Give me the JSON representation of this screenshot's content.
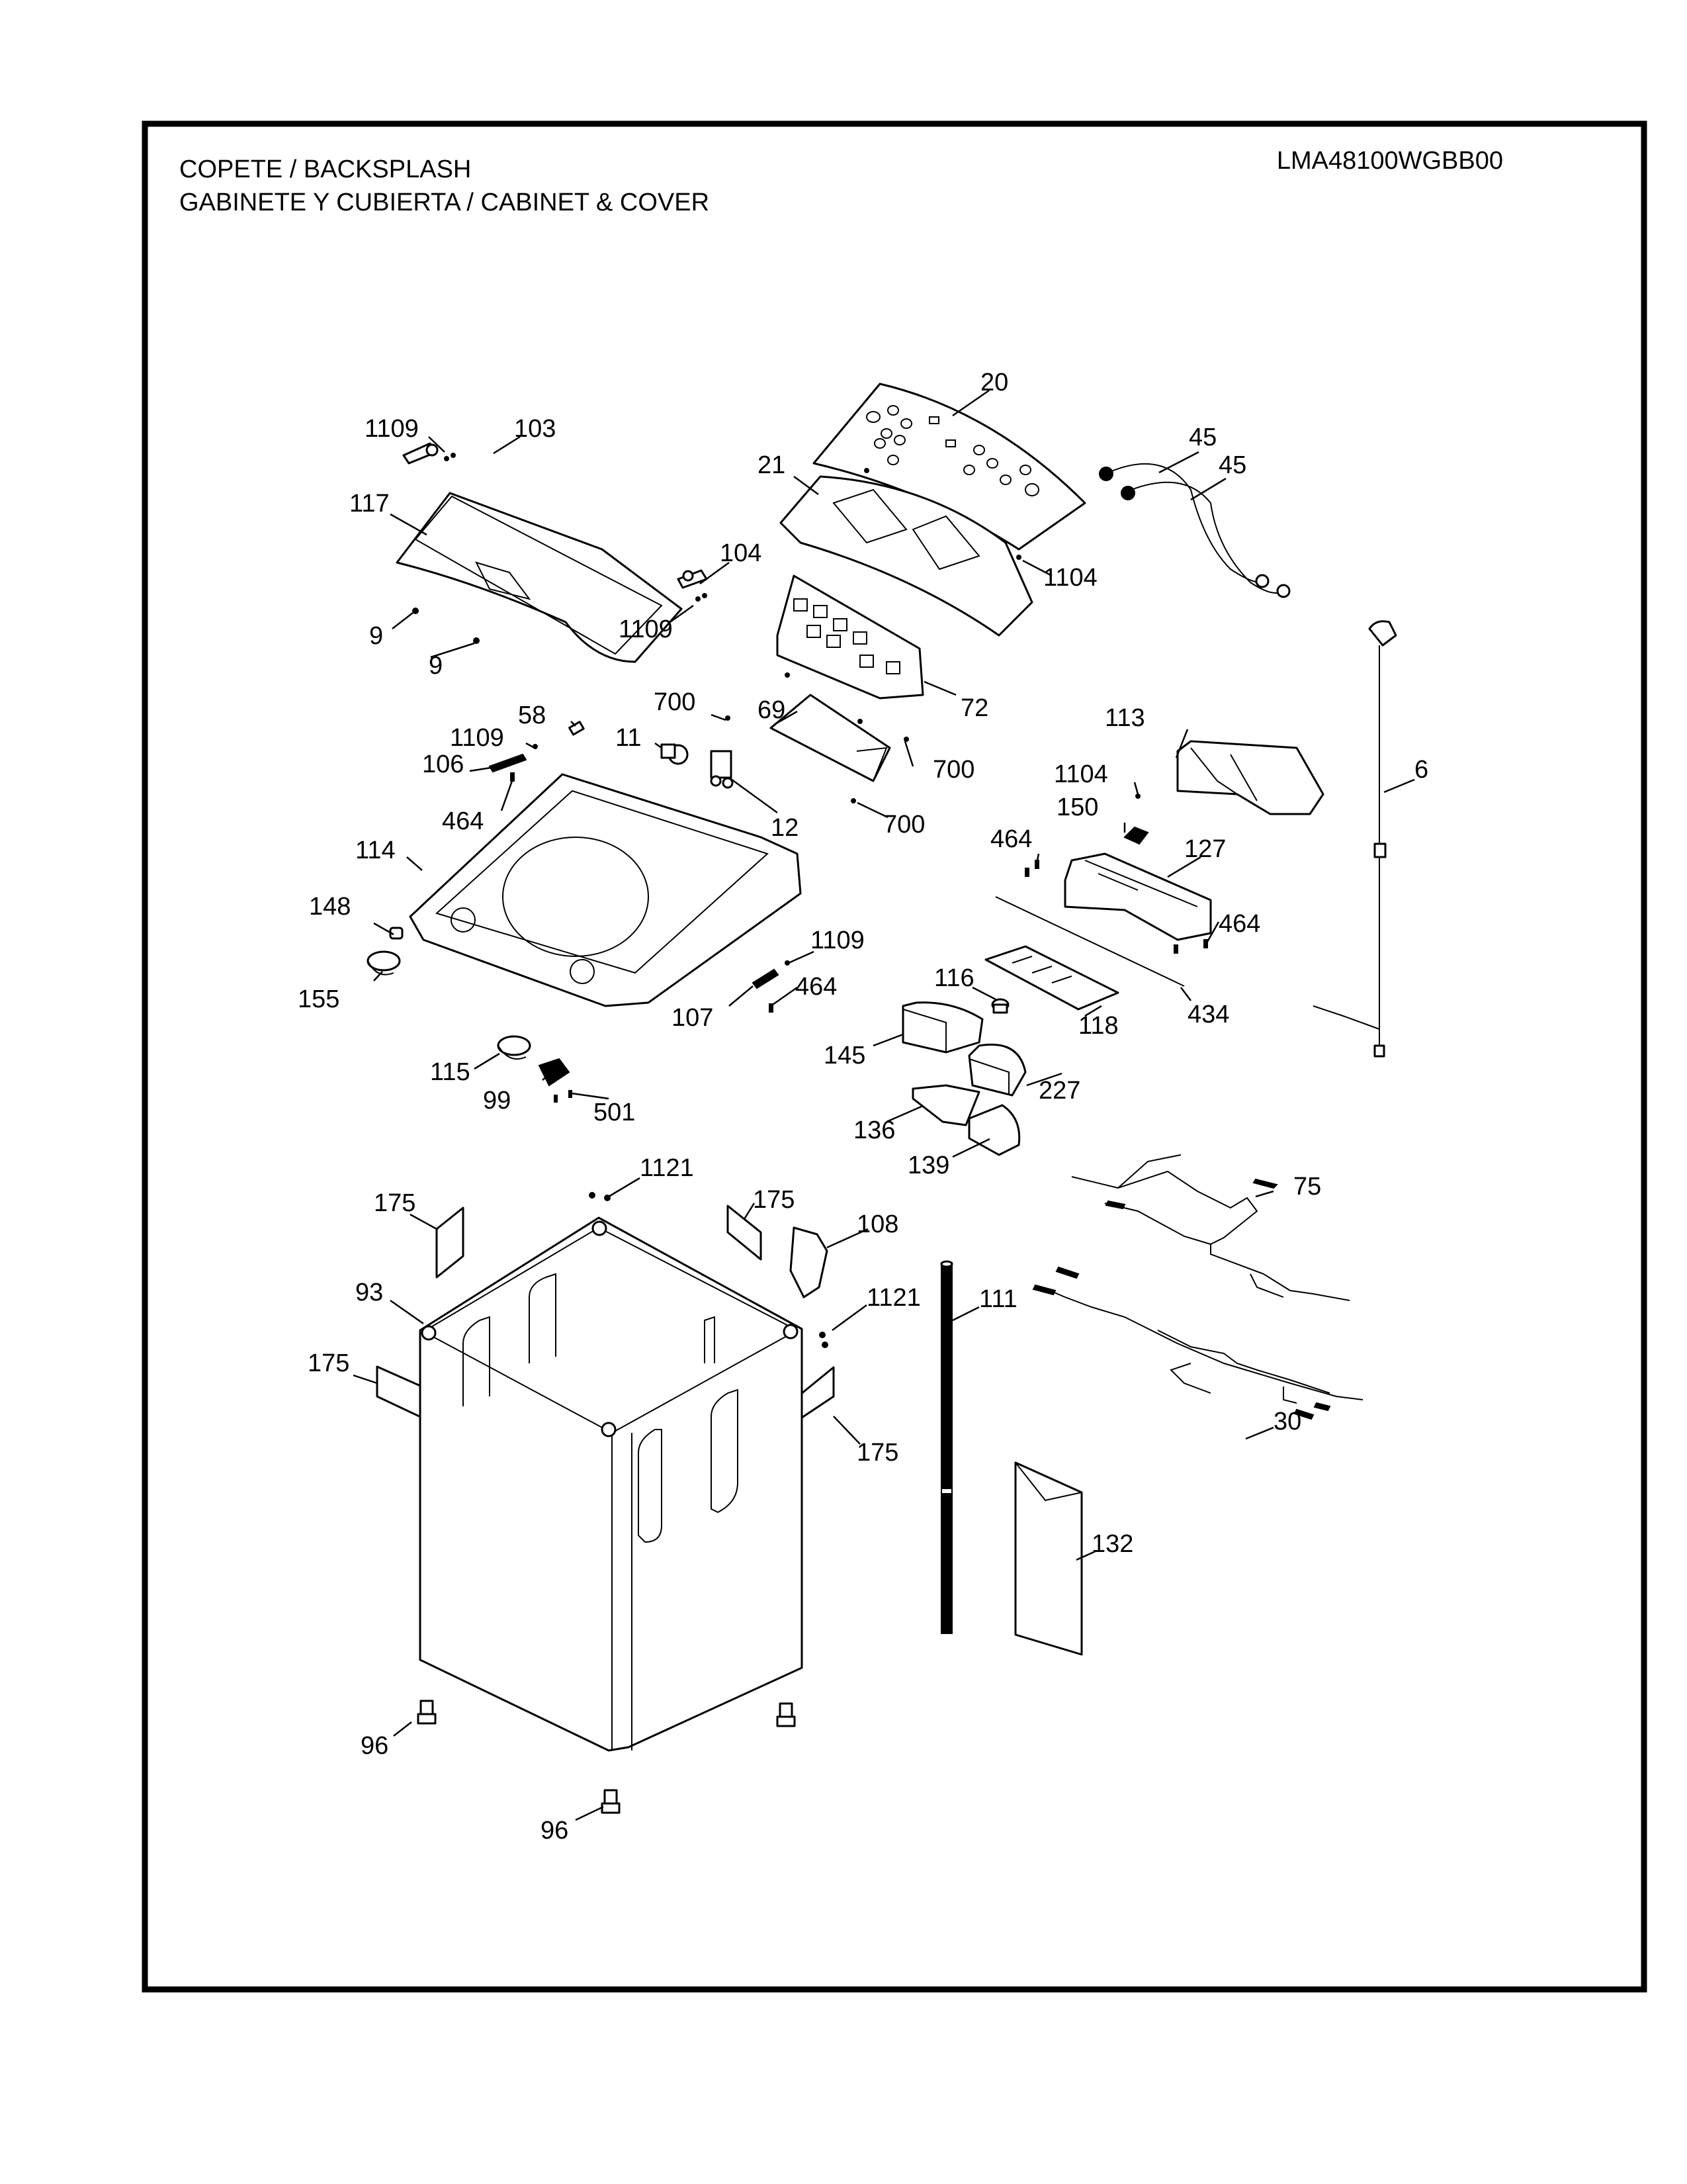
{
  "header": {
    "title_line1": "COPETE / BACKSPLASH",
    "title_line2": "GABINETE Y CUBIERTA / CABINET & COVER",
    "model_number": "LMA48100WGBB00"
  },
  "callouts": [
    {
      "id": "c20",
      "label": "20"
    },
    {
      "id": "c1109a",
      "label": "1109"
    },
    {
      "id": "c103",
      "label": "103"
    },
    {
      "id": "c45a",
      "label": "45"
    },
    {
      "id": "c45b",
      "label": "45"
    },
    {
      "id": "c21",
      "label": "21"
    },
    {
      "id": "c117",
      "label": "117"
    },
    {
      "id": "c104",
      "label": "104"
    },
    {
      "id": "c1104a",
      "label": "1104"
    },
    {
      "id": "c9a",
      "label": "9"
    },
    {
      "id": "c1109b",
      "label": "1109"
    },
    {
      "id": "c9b",
      "label": "9"
    },
    {
      "id": "c72",
      "label": "72"
    },
    {
      "id": "c69",
      "label": "69"
    },
    {
      "id": "c700a",
      "label": "700"
    },
    {
      "id": "c58",
      "label": "58"
    },
    {
      "id": "c113",
      "label": "113"
    },
    {
      "id": "c1109c",
      "label": "1109"
    },
    {
      "id": "c11",
      "label": "11"
    },
    {
      "id": "c700b",
      "label": "700"
    },
    {
      "id": "c6",
      "label": "6"
    },
    {
      "id": "c106",
      "label": "106"
    },
    {
      "id": "c1104b",
      "label": "1104"
    },
    {
      "id": "c150",
      "label": "150"
    },
    {
      "id": "c464a",
      "label": "464"
    },
    {
      "id": "c12",
      "label": "12"
    },
    {
      "id": "c700c",
      "label": "700"
    },
    {
      "id": "c464b",
      "label": "464"
    },
    {
      "id": "c127",
      "label": "127"
    },
    {
      "id": "c114",
      "label": "114"
    },
    {
      "id": "c148",
      "label": "148"
    },
    {
      "id": "c464c",
      "label": "464"
    },
    {
      "id": "c1109d",
      "label": "1109"
    },
    {
      "id": "c155",
      "label": "155"
    },
    {
      "id": "c116",
      "label": "116"
    },
    {
      "id": "c464d",
      "label": "464"
    },
    {
      "id": "c107",
      "label": "107"
    },
    {
      "id": "c434",
      "label": "434"
    },
    {
      "id": "c118",
      "label": "118"
    },
    {
      "id": "c115",
      "label": "115"
    },
    {
      "id": "c145",
      "label": "145"
    },
    {
      "id": "c99",
      "label": "99"
    },
    {
      "id": "c227",
      "label": "227"
    },
    {
      "id": "c501",
      "label": "501"
    },
    {
      "id": "c136",
      "label": "136"
    },
    {
      "id": "c139",
      "label": "139"
    },
    {
      "id": "c1121a",
      "label": "1121"
    },
    {
      "id": "c75",
      "label": "75"
    },
    {
      "id": "c175a",
      "label": "175"
    },
    {
      "id": "c175b",
      "label": "175"
    },
    {
      "id": "c108",
      "label": "108"
    },
    {
      "id": "c93",
      "label": "93"
    },
    {
      "id": "c1121b",
      "label": "1121"
    },
    {
      "id": "c111",
      "label": "111"
    },
    {
      "id": "c175c",
      "label": "175"
    },
    {
      "id": "c30",
      "label": "30"
    },
    {
      "id": "c175d",
      "label": "175"
    },
    {
      "id": "c132",
      "label": "132"
    },
    {
      "id": "c96a",
      "label": "96"
    },
    {
      "id": "c96b",
      "label": "96"
    }
  ]
}
